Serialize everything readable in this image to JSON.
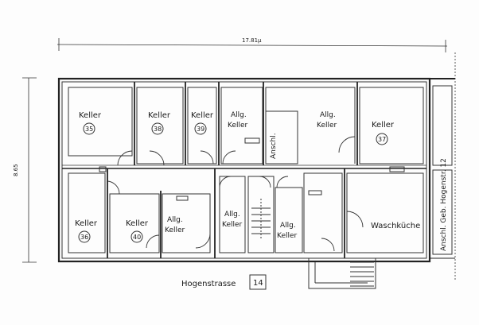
{
  "plan": {
    "dimension_width": "17.81µ",
    "dimension_height": "8.65",
    "street": "Hogenstrasse",
    "street_number": "14",
    "annex": "Anschl. Geb. Hogenstr. 12"
  },
  "rooms": [
    {
      "line1": "Keller",
      "line2": "",
      "number": "35"
    },
    {
      "line1": "Keller",
      "line2": "",
      "number": "38"
    },
    {
      "line1": "Keller",
      "line2": "",
      "number": "39"
    },
    {
      "line1": "Allg.",
      "line2": "Keller",
      "number": ""
    },
    {
      "line1": "Allg.",
      "line2": "Keller",
      "number": ""
    },
    {
      "line1": "Keller",
      "line2": "",
      "number": "37"
    },
    {
      "line1": "Keller",
      "line2": "",
      "number": "36"
    },
    {
      "line1": "Keller",
      "line2": "",
      "number": "40"
    },
    {
      "line1": "Allg.",
      "line2": "Keller",
      "number": ""
    },
    {
      "line1": "Allg.",
      "line2": "Keller",
      "number": ""
    },
    {
      "line1": "Allg.",
      "line2": "Keller",
      "number": ""
    },
    {
      "line1": "Waschküche",
      "line2": "",
      "number": ""
    }
  ],
  "corridor_label": "Anschl."
}
